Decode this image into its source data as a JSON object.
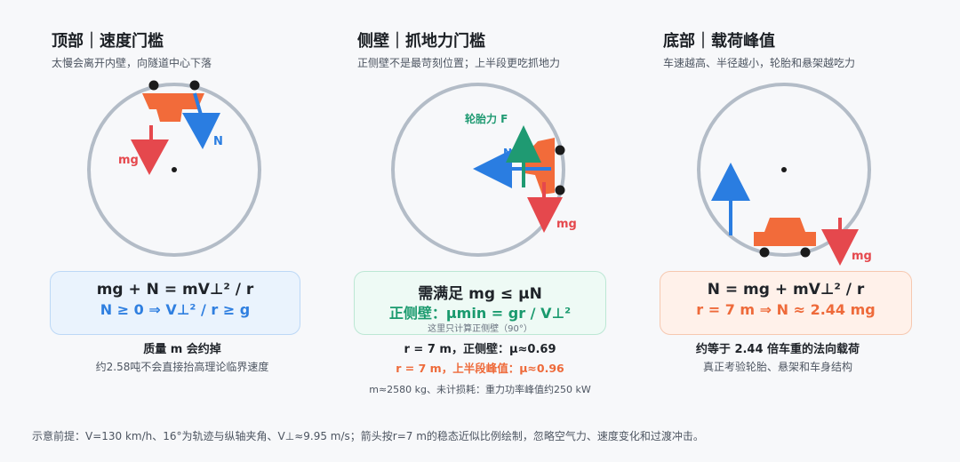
{
  "panels": [
    {
      "title": "顶部｜速度门槛",
      "subtitle": "太慢会离开内壁，向隧道中心下落",
      "labels": {
        "mg": "mg",
        "n": "N"
      },
      "formula1": "mg + N = mV⊥² / r",
      "formula2": "N ≥ 0 ⇒ V⊥² / r ≥ g",
      "note1": "质量 m 会约掉",
      "note2": "约2.58吨不会直接抬高理论临界速度"
    },
    {
      "title": "侧壁｜抓地力门槛",
      "subtitle": "正侧壁不是最苛刻位置；上半段更吃抓地力",
      "labels": {
        "f": "轮胎力 F",
        "n": "N",
        "mg": "mg"
      },
      "formula1": "需满足 mg ≤ μN",
      "formula2": "正侧壁：μmin = gr / V⊥²",
      "formula3": "这里只计算正侧壁（90°）",
      "note1": "r = 7 m，正侧壁：μ≈0.69",
      "note2": "r = 7 m，上半段峰值：μ≈0.96",
      "note3": "m≈2580 kg、未计损耗：重力功率峰值约250 kW"
    },
    {
      "title": "底部｜载荷峰值",
      "subtitle": "车速越高、半径越小，轮胎和悬架越吃力",
      "labels": {
        "mg": "mg"
      },
      "formula1": "N = mg + mV⊥² / r",
      "formula2": "r = 7 m ⇒ N ≈ 2.44 mg",
      "note1": "约等于 2.44 倍车重的法向载荷",
      "note2": "真正考验轮胎、悬架和车身结构"
    }
  ],
  "footer": "示意前提：V=130 km/h、16°为轨迹与纵轴夹角、V⊥≈9.95 m/s；箭头按r=7 m的稳态近似比例绘制，忽略空气力、速度变化和过渡冲击。",
  "colors": {
    "ring": "#b3bcc7",
    "car": "#f26b3a",
    "mg_arrow": "#e5484d",
    "n_arrow": "#2a7de1",
    "f_arrow": "#1f9a72",
    "wheel": "#1b1b1b"
  }
}
